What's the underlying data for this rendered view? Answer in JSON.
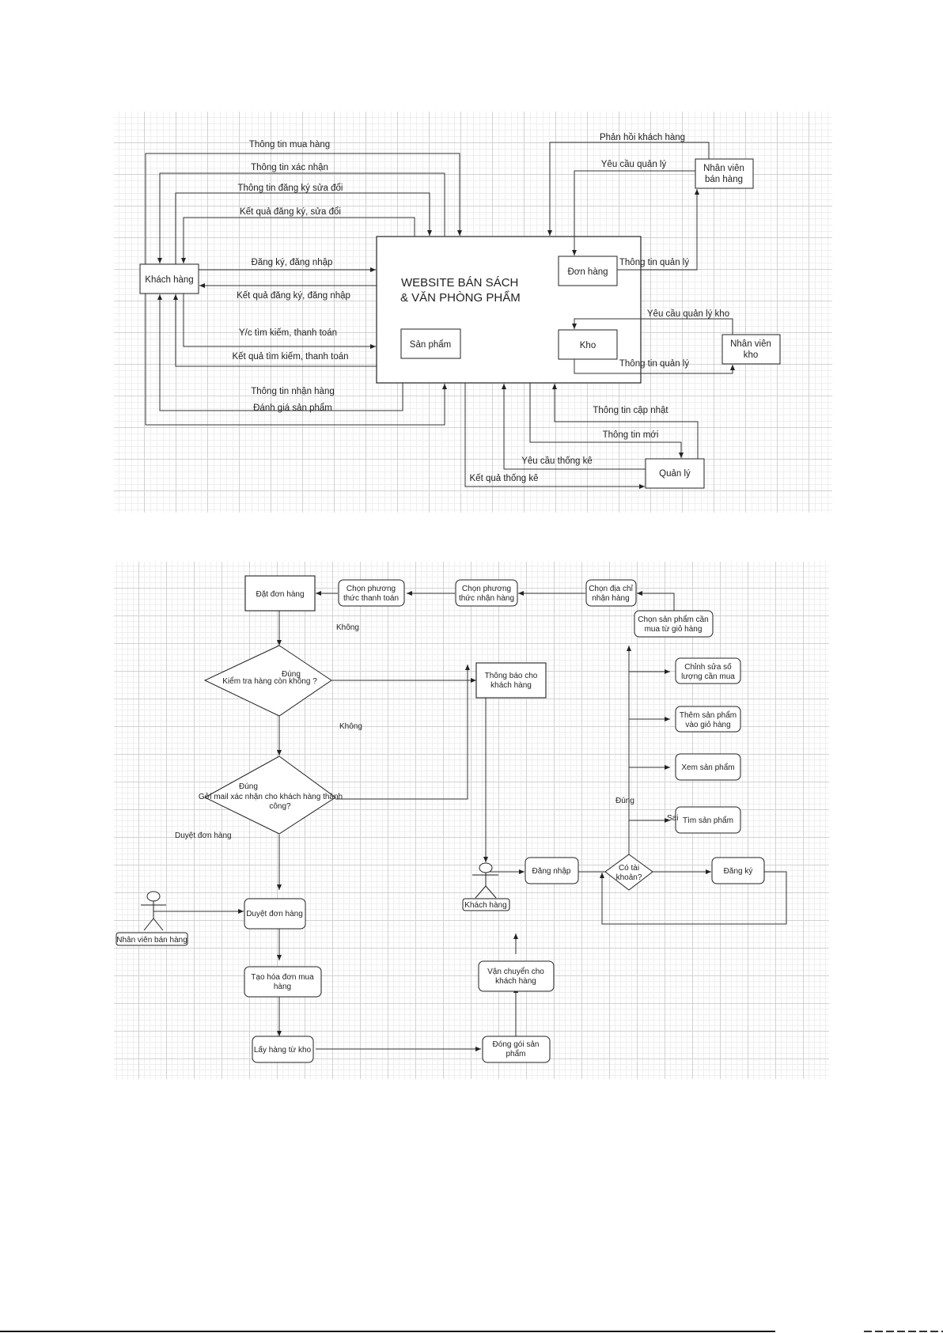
{
  "context_diagram": {
    "system": {
      "title_line1": "WEBSITE BÁN SÁCH",
      "title_line2": "& VĂN PHÒNG PHẨM"
    },
    "internal_entities": {
      "products": "Sản phẩm",
      "orders": "Đơn hàng",
      "warehouse": "Kho"
    },
    "external_entities": {
      "customer": "Khách hàng",
      "sales_staff": {
        "line1": "Nhân viên",
        "line2": "bán hàng"
      },
      "warehouse_staff": {
        "line1": "Nhân viên",
        "line2": "kho"
      },
      "manager": "Quản lý"
    },
    "flows": {
      "purchase_info": "Thông tin mua hàng",
      "confirmation_info": "Thông tin xác nhận",
      "register_edit_info": "Thông tin đăng ký sửa đổi",
      "register_edit_result": "Kết quả đăng ký, sửa đổi",
      "register_login": "Đăng ký, đăng nhập",
      "register_login_result": "Kết quả đăng ký, đăng nhập",
      "search_payment_request": "Y/c tìm kiếm, thanh toán",
      "search_payment_result": "Kết quả tìm kiếm, thanh toán",
      "delivery_info": "Thông tin nhận hàng",
      "product_review": "Đánh giá sản phẩm",
      "customer_feedback": "Phản hồi khách hàng",
      "management_request": "Yêu cầu quản lý",
      "management_info_sales": "Thông tin quản lý",
      "warehouse_management_request": "Yêu cầu quản lý kho",
      "management_info_warehouse": "Thông tin quản lý",
      "update_info": "Thông tin cập nhật",
      "new_info": "Thông tin mới",
      "statistics_request": "Yêu cầu thống kê",
      "statistics_result": "Kết quả thống kê"
    }
  },
  "flowchart": {
    "nodes": {
      "place_order": "Đặt đơn hàng",
      "choose_payment": {
        "line1": "Chọn phương",
        "line2": "thức thanh toán"
      },
      "choose_delivery": {
        "line1": "Chọn phương",
        "line2": "thức nhận hàng"
      },
      "choose_address": {
        "line1": "Chọn địa chỉ",
        "line2": "nhận hàng"
      },
      "choose_cart_products": {
        "line1": "Chọn sản phẩm cần",
        "line2": "mua từ giỏ hàng"
      },
      "edit_quantity": {
        "line1": "Chỉnh sửa số",
        "line2": "lượng cần mua"
      },
      "add_to_cart": {
        "line1": "Thêm sản phẩm",
        "line2": "vào giỏ hàng"
      },
      "view_product": "Xem sản phẩm",
      "search_product": "Tìm sản phẩm",
      "check_stock": "Kiểm tra hàng còn không ?",
      "notify_customer": {
        "line1": "Thông báo cho",
        "line2": "khách hàng"
      },
      "send_mail": {
        "line1": "Gởi mail xác nhận cho khách hàng thành",
        "line2": "công?"
      },
      "approve_order": "Duyệt đơn hàng",
      "create_invoice": {
        "line1": "Tạo hóa đơn mua",
        "line2": "hàng"
      },
      "get_from_warehouse": "Lấy hàng từ kho",
      "package_products": {
        "line1": "Đóng gói sản",
        "line2": "phẩm"
      },
      "ship_to_customer": {
        "line1": "Vận chuyển cho",
        "line2": "khách hàng"
      },
      "login": "Đăng nhập",
      "has_account": {
        "line1": "Có tài",
        "line2": "khoản?"
      },
      "register": "Đăng ký"
    },
    "actors": {
      "sales_staff": "Nhân viên bán hàng",
      "customer": "Khách hàng"
    },
    "edge_labels": {
      "stock_no": "Không",
      "stock_yes": "Đúng",
      "mail_no": "Không",
      "mail_yes": "Đúng",
      "approve": "Duyệt đơn hàng",
      "account_yes": "Đúng",
      "account_no": "Sai"
    }
  }
}
